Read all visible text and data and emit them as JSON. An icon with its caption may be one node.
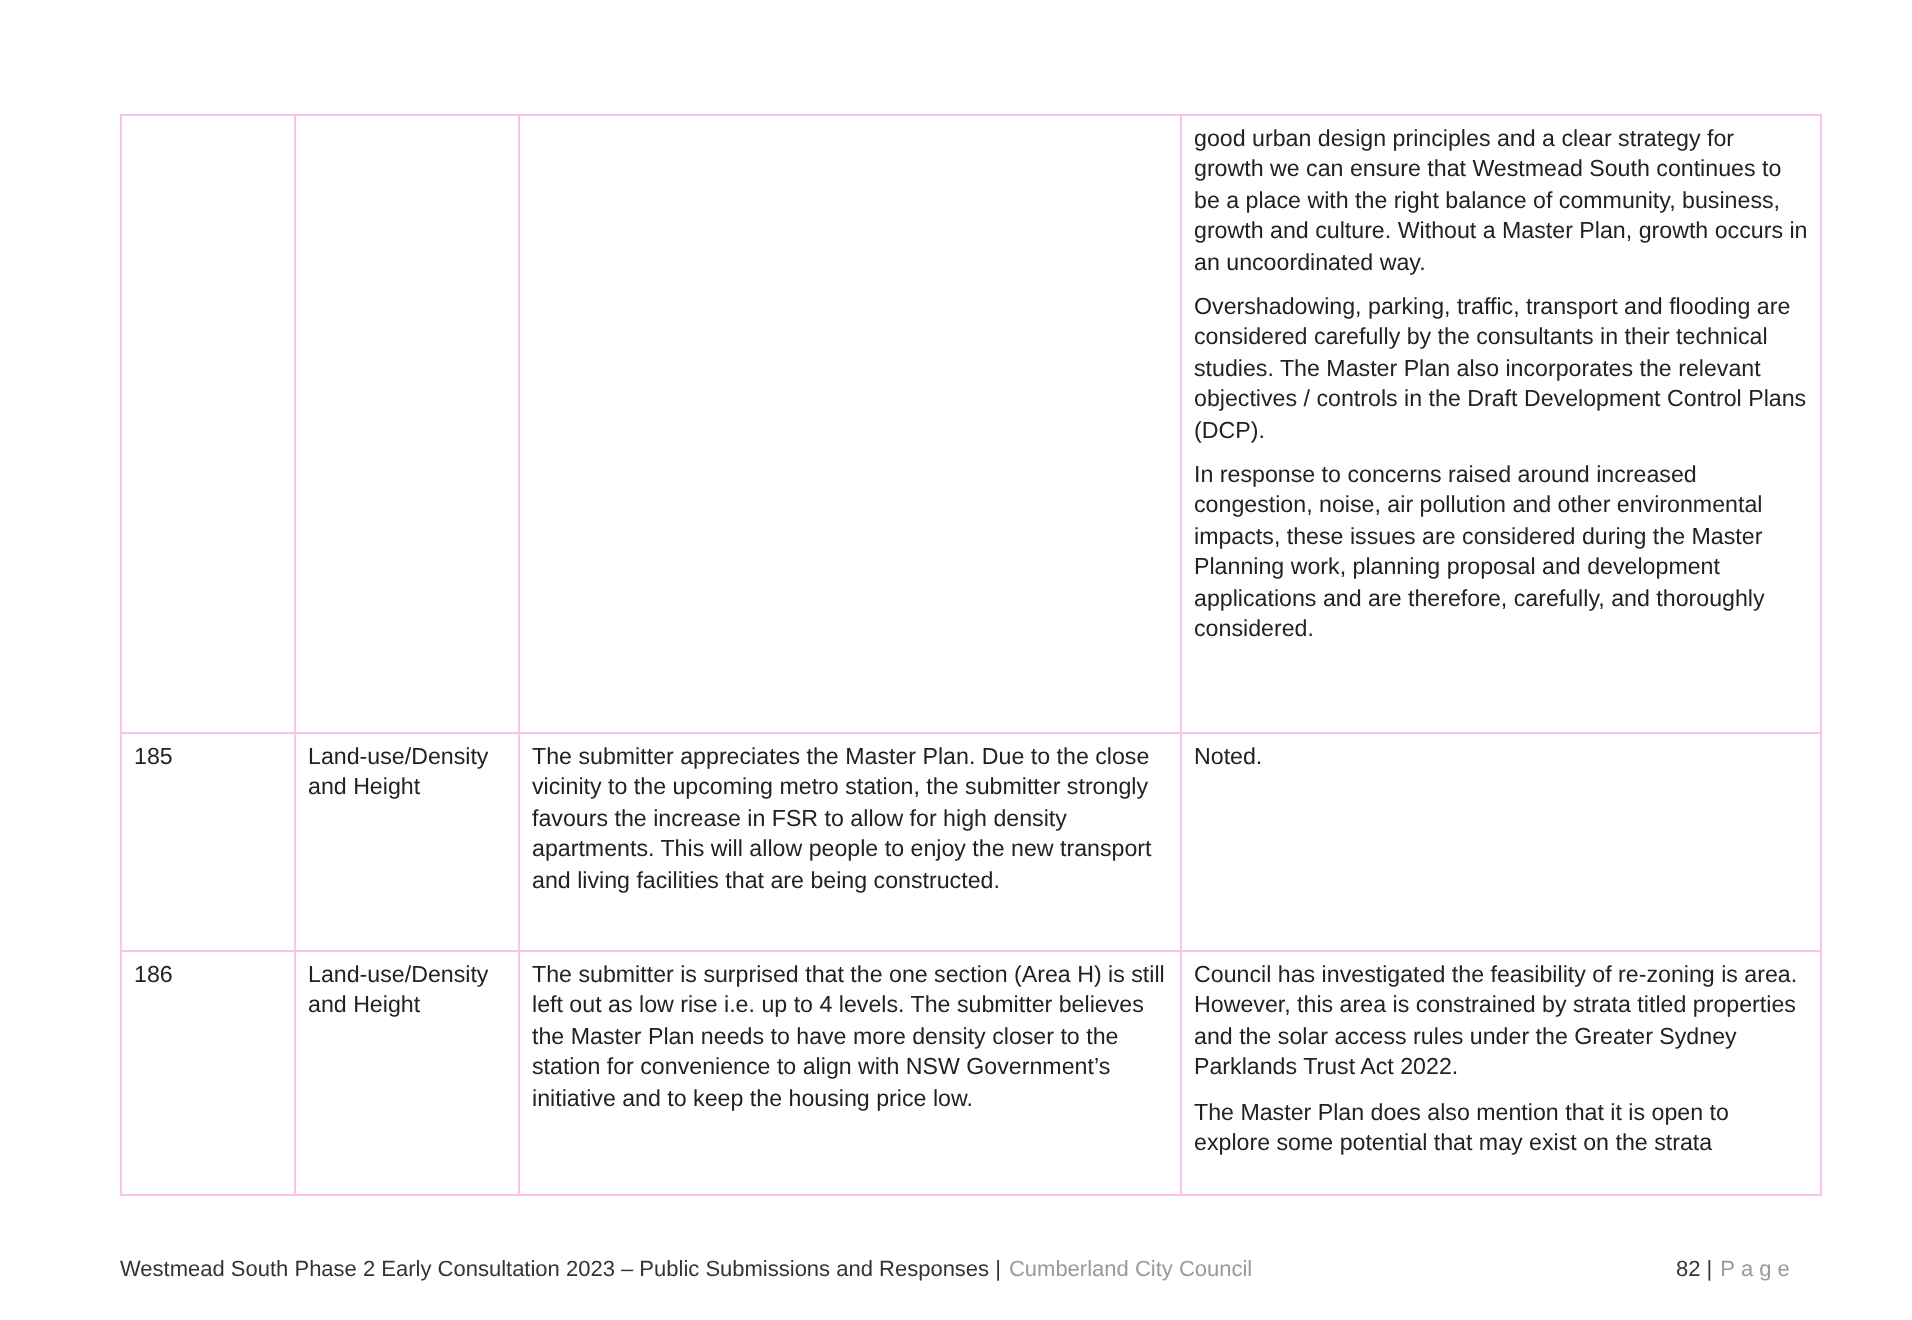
{
  "diagram": {
    "labels": [
      "good urban design principles and a clear strategy for growth we can ensure that Westmead South continues to be a place with the right balance of community, business, growth and culture. Without a Master Plan, growth occurs in an uncoordinated way.",
      "Overshadowing, parking, traffic, transport and flooding are considered carefully by the consultants in their technical studies. The Master Plan also incorporates the relevant objectives / controls in the Draft Development Control Plans (DCP).",
      "In response to concerns raised around increased congestion, noise, air pollution and other environmental impacts, these issues are considered during the Master Planning work, planning proposal and development applications and are therefore, carefully, and thoroughly considered.",
      "185",
      "Land-use/Density and Height",
      "The submitter appreciates the Master Plan. Due to the close vicinity to the upcoming metro station, the submitter strongly favours the increase in FSR to allow for high density apartments. This will allow people to enjoy the new transport and living facilities that are being constructed.",
      "Noted.",
      "186",
      "Land-use/Density and Height",
      "The submitter is surprised that the one section (Area H) is still left out as low rise i.e. up to 4 levels. The submitter believes the Master Plan needs to have more density closer to the station for convenience to align with NSW Government’s initiative and to keep the housing price low.",
      "Council has investigated the feasibility of re-zoning is area. However, this area is constrained by strata titled properties and the solar access rules under the Greater Sydney Parklands Trust Act 2022.",
      "The Master Plan does also mention that it is open to explore some potential that may exist on the strata",
      "Westmead South Phase 2 Early Consultation 2023 – Public Submissions and Responses |",
      "Cumberland City Council",
      "82 |",
      "Page"
    ]
  }
}
